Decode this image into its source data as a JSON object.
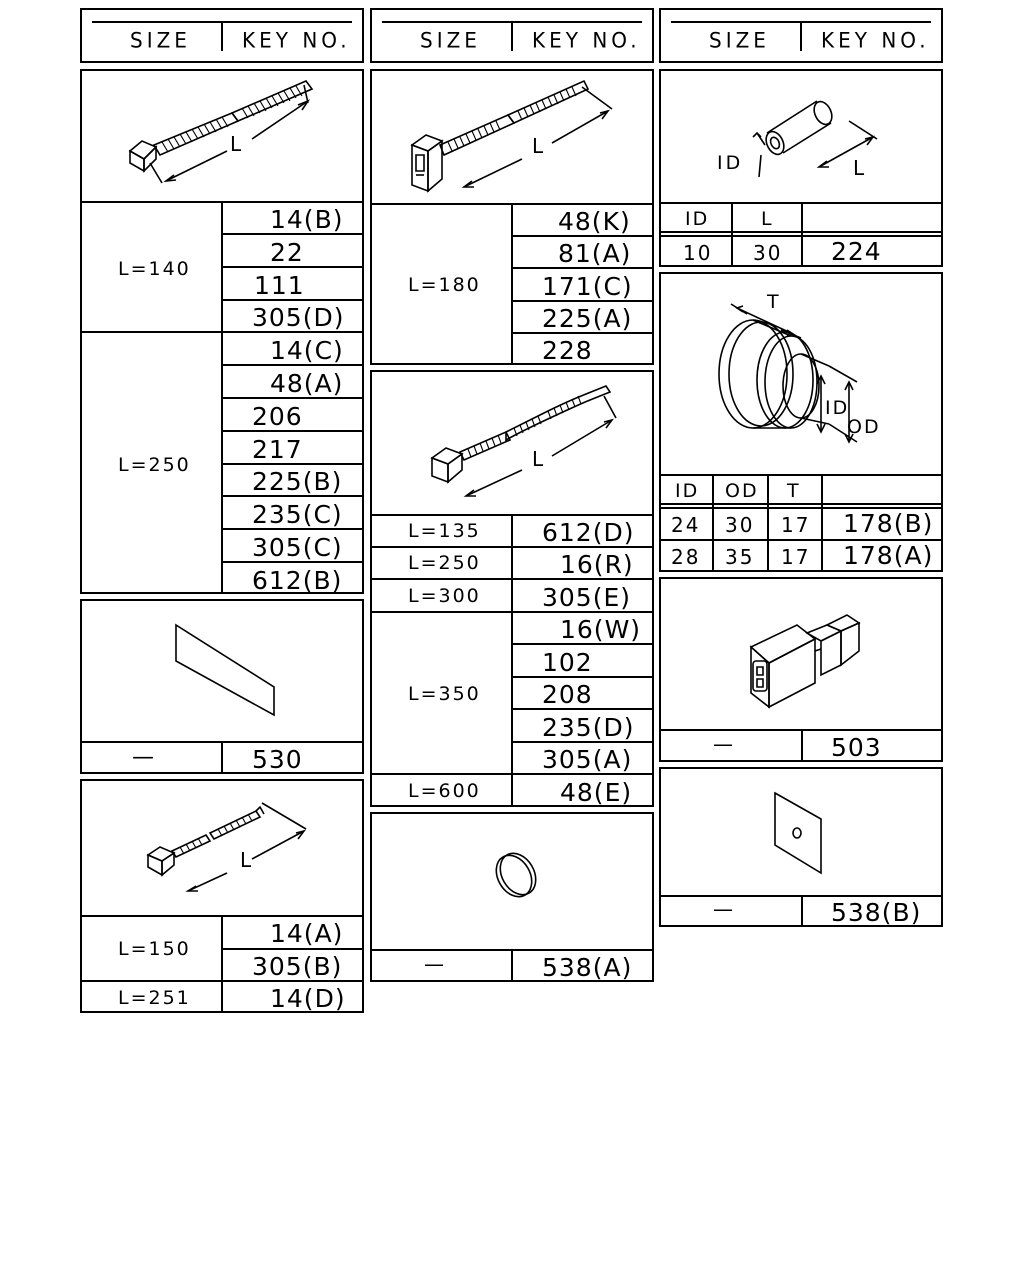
{
  "header": {
    "size_label": "SIZE",
    "key_label": "KEY NO."
  },
  "col1": {
    "tie1": {
      "dim": "L",
      "groups": [
        {
          "size": "L=140",
          "keys": [
            "14(B)",
            "22",
            "111",
            "305(D)"
          ]
        },
        {
          "size": "L=250",
          "keys": [
            "14(C)",
            "48(A)",
            "206",
            "217",
            "225(B)",
            "235(C)",
            "305(C)",
            "612(B)"
          ]
        }
      ]
    },
    "plate": {
      "size": "—",
      "key": "530"
    },
    "tie2": {
      "dim": "L",
      "groups": [
        {
          "size": "L=150",
          "keys": [
            "14(A)",
            "305(B)"
          ]
        },
        {
          "size": "L=251",
          "keys": [
            "14(D)"
          ]
        }
      ]
    }
  },
  "col2": {
    "tie3": {
      "dim": "L",
      "groups": [
        {
          "size": "L=180",
          "keys": [
            "48(K)",
            "81(A)",
            "171(C)",
            "225(A)",
            "228"
          ]
        }
      ]
    },
    "tie4": {
      "dim": "L",
      "groups": [
        {
          "size": "L=135",
          "keys": [
            "612(D)"
          ]
        },
        {
          "size": "L=250",
          "keys": [
            "16(R)"
          ]
        },
        {
          "size": "L=300",
          "keys": [
            "305(E)"
          ]
        },
        {
          "size": "L=350",
          "keys": [
            "16(W)",
            "102",
            "208",
            "235(D)",
            "305(A)"
          ]
        },
        {
          "size": "L=600",
          "keys": [
            "48(E)"
          ]
        }
      ]
    },
    "disc": {
      "size": "—",
      "key": "538(A)"
    }
  },
  "col3": {
    "tube": {
      "dim_id": "ID",
      "dim_l": "L",
      "headers": [
        "ID",
        "L"
      ],
      "rows": [
        {
          "id": "10",
          "l": "30",
          "key": "224"
        }
      ]
    },
    "grommet": {
      "dim_t": "T",
      "dim_id": "ID",
      "dim_od": "OD",
      "headers": [
        "ID",
        "OD",
        "T"
      ],
      "rows": [
        {
          "id": "24",
          "od": "30",
          "t": "17",
          "key": "178(B)"
        },
        {
          "id": "28",
          "od": "35",
          "t": "17",
          "key": "178(A)"
        }
      ]
    },
    "connector": {
      "size": "—",
      "key": "503"
    },
    "pad": {
      "size": "—",
      "key": "538(B)"
    }
  }
}
